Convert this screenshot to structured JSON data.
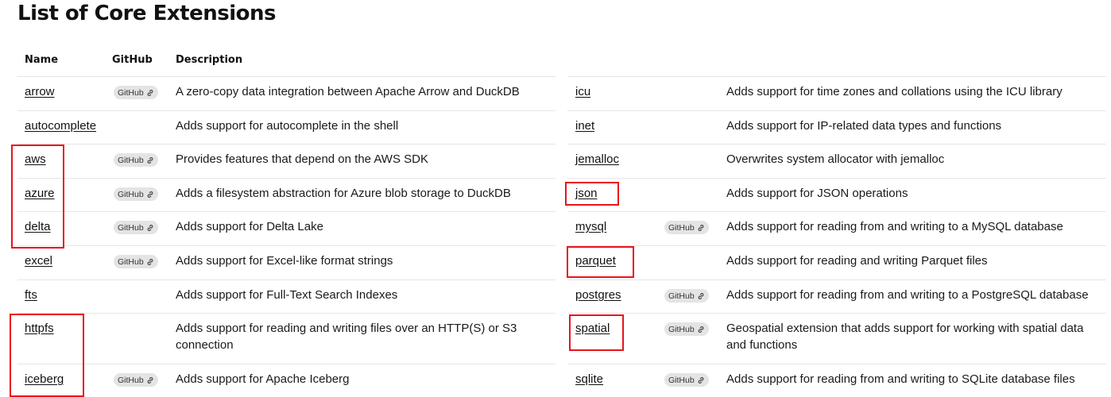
{
  "title": "List of Core Extensions",
  "headers": {
    "name": "Name",
    "github": "GitHub",
    "description": "Description"
  },
  "badge_label": "GitHub",
  "left_rows": [
    {
      "name": "arrow",
      "github": true,
      "description": "A zero-copy data integration between Apache Arrow and DuckDB"
    },
    {
      "name": "autocomplete",
      "github": false,
      "description": "Adds support for autocomplete in the shell"
    },
    {
      "name": "aws",
      "github": true,
      "description": "Provides features that depend on the AWS SDK"
    },
    {
      "name": "azure",
      "github": true,
      "description": "Adds a filesystem abstraction for Azure blob storage to DuckDB"
    },
    {
      "name": "delta",
      "github": true,
      "description": "Adds support for Delta Lake"
    },
    {
      "name": "excel",
      "github": true,
      "description": "Adds support for Excel-like format strings"
    },
    {
      "name": "fts",
      "github": false,
      "description": "Adds support for Full-Text Search Indexes"
    },
    {
      "name": "httpfs",
      "github": false,
      "description": "Adds support for reading and writing files over an HTTP(S) or S3 connection"
    },
    {
      "name": "iceberg",
      "github": true,
      "description": "Adds support for Apache Iceberg"
    }
  ],
  "right_rows": [
    {
      "name": "icu",
      "github": false,
      "description": "Adds support for time zones and collations using the ICU library"
    },
    {
      "name": "inet",
      "github": false,
      "description": "Adds support for IP-related data types and functions"
    },
    {
      "name": "jemalloc",
      "github": false,
      "description": "Overwrites system allocator with jemalloc"
    },
    {
      "name": "json",
      "github": false,
      "description": "Adds support for JSON operations"
    },
    {
      "name": "mysql",
      "github": true,
      "description": "Adds support for reading from and writing to a MySQL database"
    },
    {
      "name": "parquet",
      "github": false,
      "description": "Adds support for reading and writing Parquet files"
    },
    {
      "name": "postgres",
      "github": true,
      "description": "Adds support for reading from and writing to a PostgreSQL database"
    },
    {
      "name": "spatial",
      "github": true,
      "description": "Geospatial extension that adds support for working with spatial data and functions"
    },
    {
      "name": "sqlite",
      "github": true,
      "description": "Adds support for reading from and writing to SQLite database files"
    }
  ],
  "highlight_color": "#e8141b",
  "icons": {
    "github_link": "external-link-icon"
  }
}
